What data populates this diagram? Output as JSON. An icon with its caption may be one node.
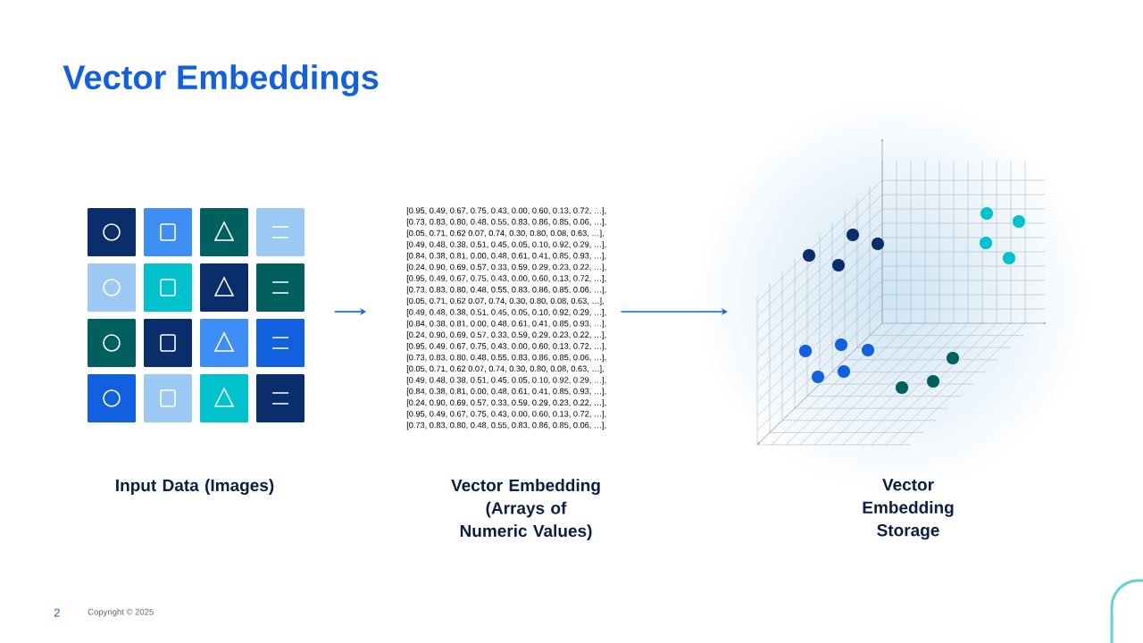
{
  "diagram": {
    "title": "Vector Embeddings",
    "nodes": [
      {
        "text": [],
        "shape": "picture",
        "beside": [
          "Input Data (Images)"
        ]
      },
      {
        "text": [
          "[0.95, 0.49, 0.67, 0.75, 0.43, 0.00, 0.60, 0.13, 0.72, …],",
          "[0.73, 0.83, 0.80, 0.48, 0.55, 0.83, 0.86, 0.85, 0.06, …],",
          "[0.05, 0.71, 0.62 0.07, 0.74, 0.30, 0.80, 0.08, 0.63, …],",
          "[0.49, 0.48, 0.38, 0.51, 0.45, 0.05, 0.10, 0.92, 0.29, …],",
          "[0.84, 0.38, 0.81, 0.00, 0.48, 0.61, 0.41, 0.85, 0.93, …],",
          "[0.24, 0.90, 0.69, 0.57, 0.33, 0.59, 0.29, 0.23, 0.22, …],",
          "[0.95, 0.49, 0.67, 0.75, 0.43, 0.00, 0.60, 0.13, 0.72, …],",
          "[0.73, 0.83, 0.80, 0.48, 0.55, 0.83, 0.86, 0.85, 0.06, …],",
          "[0.05, 0.71, 0.62 0.07, 0.74, 0.30, 0.80, 0.08, 0.63, …],",
          "[0.49, 0.48, 0.38, 0.51, 0.45, 0.05, 0.10, 0.92, 0.29, …],",
          "[0.84, 0.38, 0.81, 0.00, 0.48, 0.61, 0.41, 0.85, 0.93, …],",
          "[0.24, 0.90, 0.69, 0.57, 0.33, 0.59, 0.29, 0.23, 0.22, …],",
          "[0.95, 0.49, 0.67, 0.75, 0.43, 0.00, 0.60, 0.13, 0.72, …],",
          "[0.73, 0.83, 0.80, 0.48, 0.55, 0.83, 0.86, 0.85, 0.06, …],",
          "[0.05, 0.71, 0.62 0.07, 0.74, 0.30, 0.80, 0.08, 0.63, …],",
          "[0.49, 0.48, 0.38, 0.51, 0.45, 0.05, 0.10, 0.92, 0.29, …],",
          "[0.84, 0.38, 0.81, 0.00, 0.48, 0.61, 0.41, 0.85, 0.93, …],",
          "[0.24, 0.90, 0.69, 0.57, 0.33, 0.59, 0.29, 0.23, 0.22, …],",
          "[0.95, 0.49, 0.67, 0.75, 0.43, 0.00, 0.60, 0.13, 0.72, …],",
          "[0.73, 0.83, 0.80, 0.48, 0.55, 0.83, 0.86, 0.85, 0.06, …],"
        ],
        "beside": [
          "Vector Embedding (Arrays of Numeric Values)"
        ]
      },
      {
        "text": [],
        "shape": "picture",
        "beside": [
          "Vector Embedding Storage"
        ]
      }
    ],
    "edges": [
      {
        "from": 0,
        "to": 1,
        "arrow": "to"
      },
      {
        "from": 1,
        "to": 2,
        "arrow": "to"
      }
    ],
    "labels": [
      "2",
      "Copyright © 2025"
    ]
  }
}
